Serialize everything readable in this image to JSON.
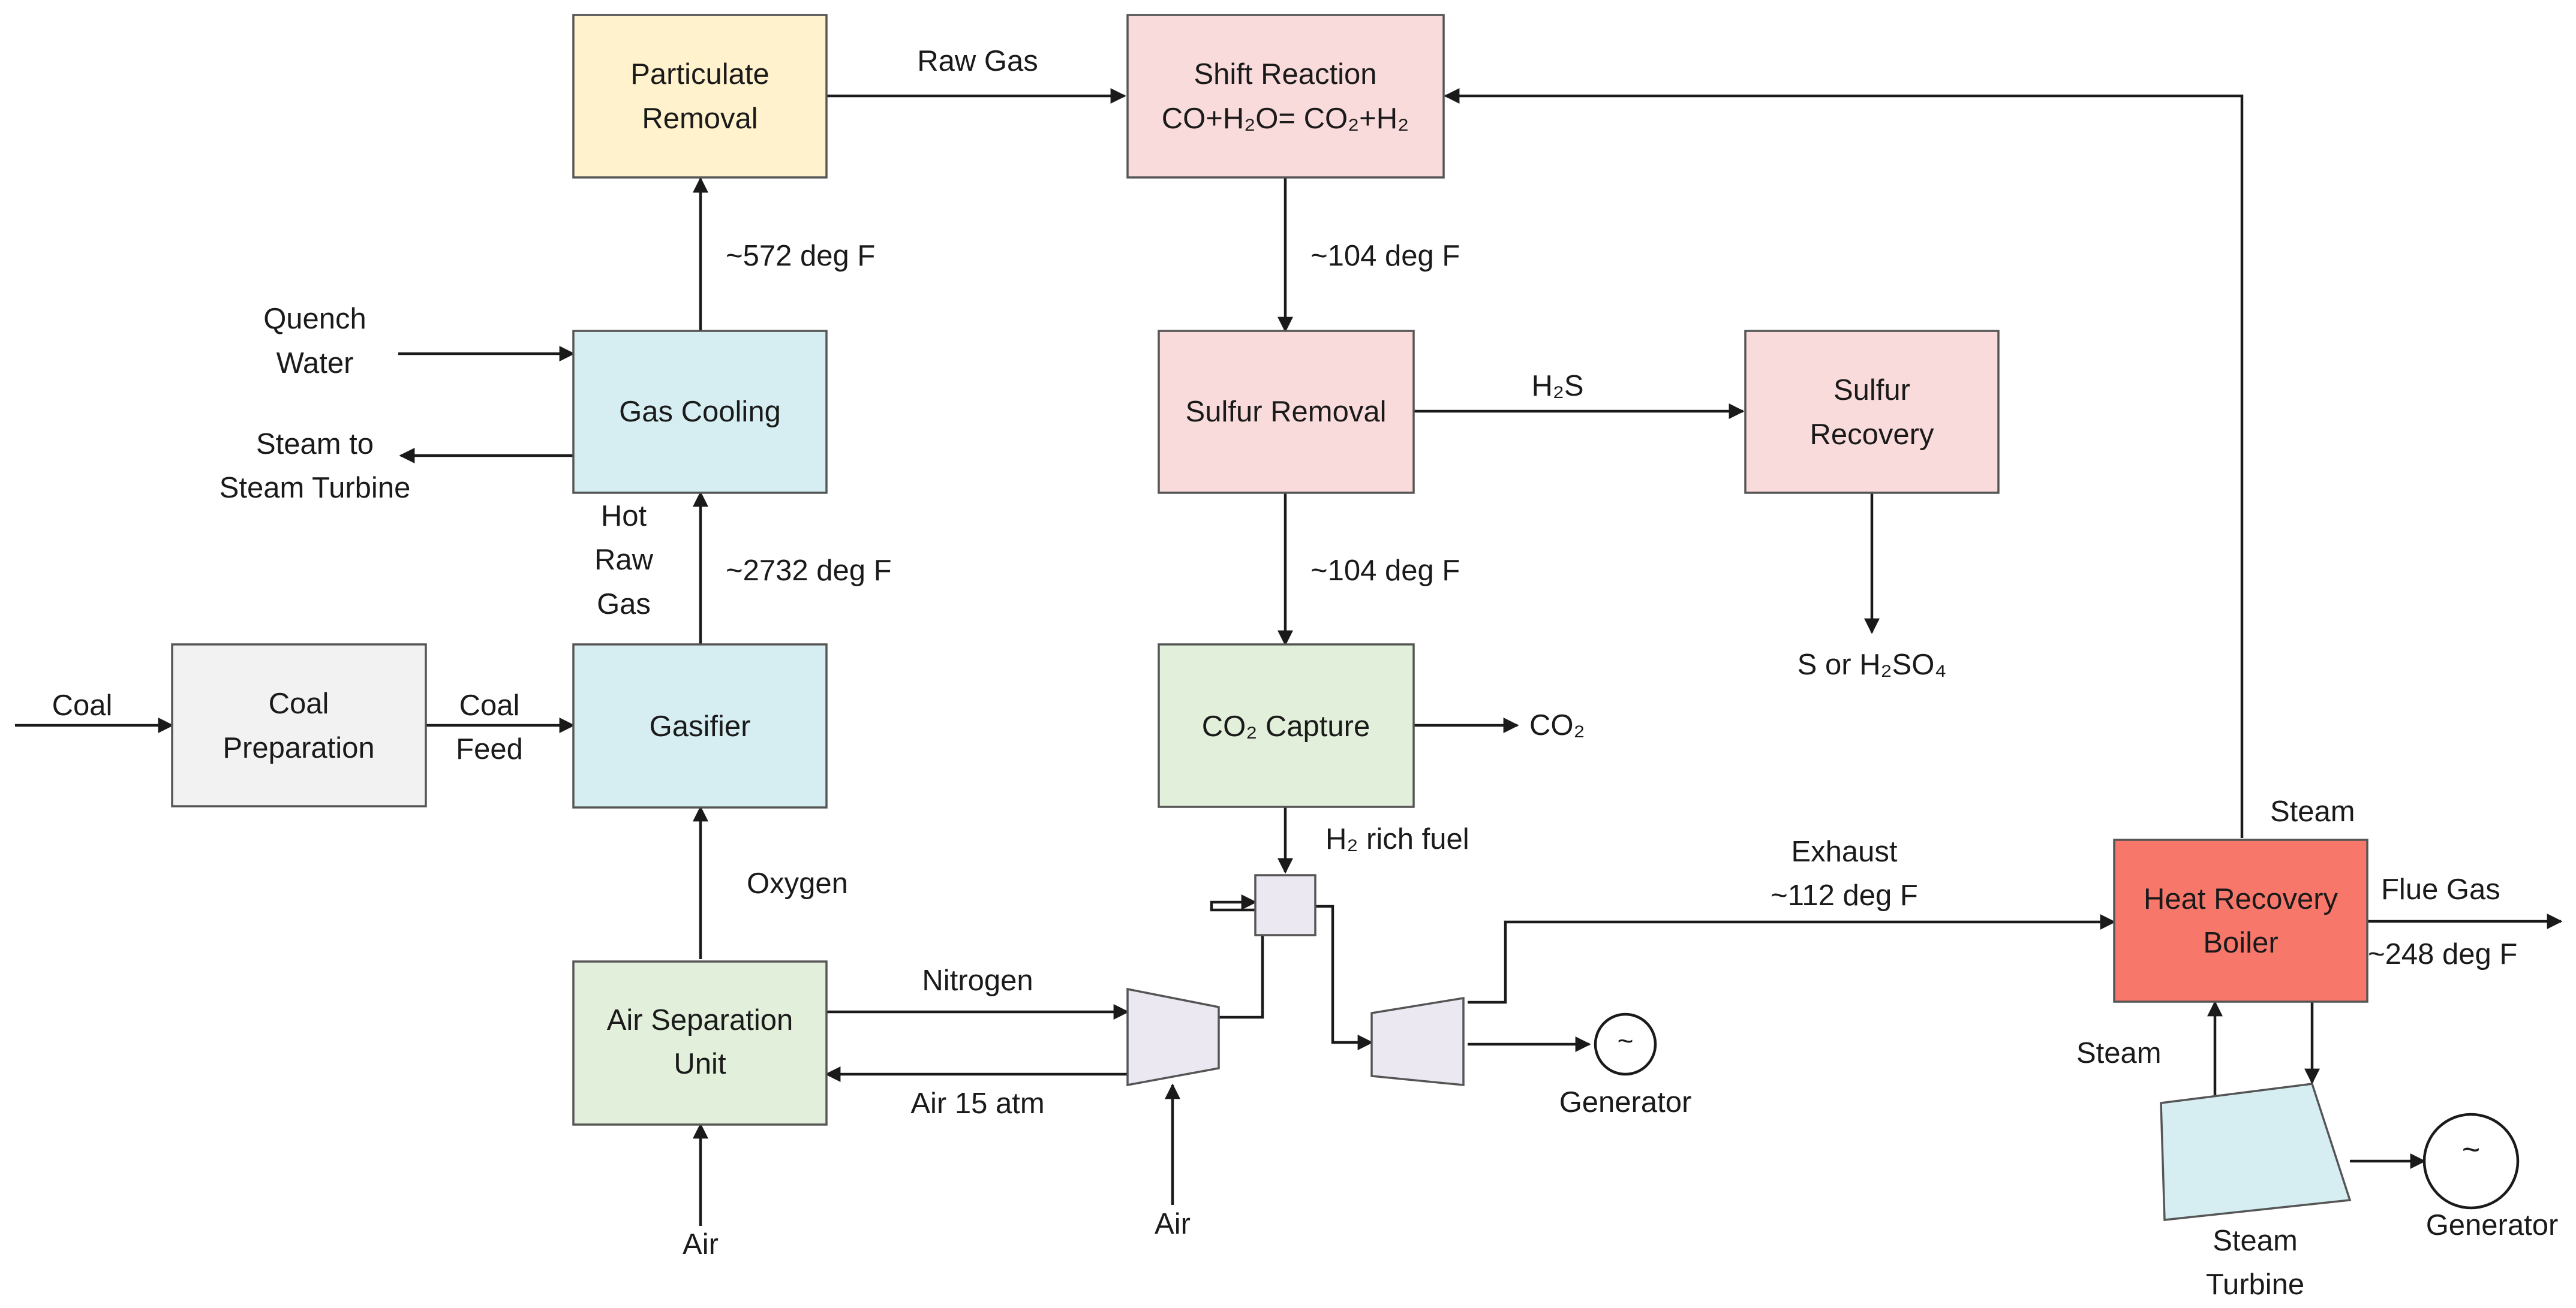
{
  "colors": {
    "yellow": "#FFF2CC",
    "blue": "#D6EEF2",
    "pink": "#FADBDB",
    "gray": "#F2F2F2",
    "green": "#E2EFDA",
    "red": "#F8776B",
    "lavender": "#ECE8F2"
  },
  "boxes": {
    "particulate_removal": [
      "Particulate",
      "Removal"
    ],
    "shift_reaction": [
      "Shift Reaction",
      "CO+H₂O= CO₂+H₂"
    ],
    "gas_cooling": [
      "Gas Cooling"
    ],
    "sulfur_removal": [
      "Sulfur Removal"
    ],
    "sulfur_recovery": [
      "Sulfur",
      "Recovery"
    ],
    "coal_preparation": [
      "Coal",
      "Preparation"
    ],
    "gasifier": [
      "Gasifier"
    ],
    "co2_capture": [
      "CO₂ Capture"
    ],
    "air_separation_unit": [
      "Air Separation",
      "Unit"
    ],
    "heat_recovery_boiler": [
      "Heat Recovery",
      "Boiler"
    ]
  },
  "labels": {
    "raw_gas": "Raw Gas",
    "temp_572": "~572 deg F",
    "temp_104_a": "~104 deg F",
    "temp_104_b": "~104 deg F",
    "temp_2732": "~2732 deg F",
    "quench_water": [
      "Quench",
      "Water"
    ],
    "steam_to_turbine": [
      "Steam to",
      "Steam Turbine"
    ],
    "hot_raw_gas": [
      "Hot",
      "Raw",
      "Gas"
    ],
    "h2s": "H₂S",
    "s_or_h2so4": "S or H₂SO₄",
    "coal": "Coal",
    "coal_feed": [
      "Coal",
      "Feed"
    ],
    "co2": "CO₂",
    "h2_rich_fuel": "H₂ rich fuel",
    "oxygen": "Oxygen",
    "nitrogen": "Nitrogen",
    "air_15_atm": "Air 15 atm",
    "air_asu": "Air",
    "air_compressor": "Air",
    "generator_gt": "Generator",
    "exhaust": [
      "Exhaust",
      "~112 deg F"
    ],
    "steam_top": "Steam",
    "flue_gas": "Flue Gas",
    "temp_248": "~248 deg F",
    "steam_left": "Steam",
    "steam_turbine": [
      "Steam",
      "Turbine"
    ],
    "generator_st": "Generator",
    "tilde": "~"
  }
}
